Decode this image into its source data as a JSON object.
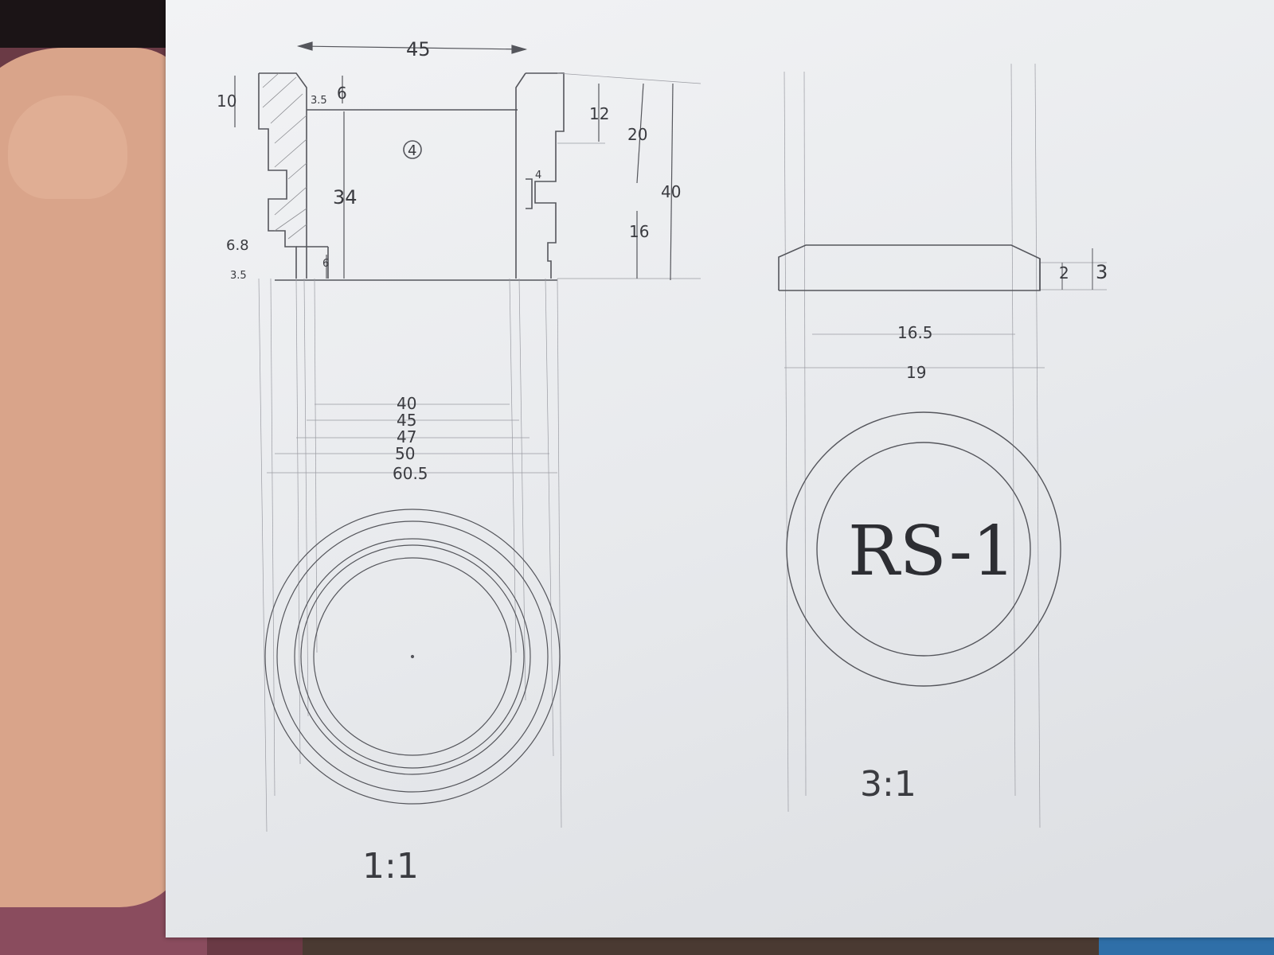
{
  "drawing": {
    "part_number": "4",
    "main_view": {
      "scale": "1:1",
      "dims": {
        "overall_width": "45",
        "top_height": "10",
        "chamfer": "3.5",
        "chamfer_depth": "6",
        "groove_depth": "12",
        "upper_height": "20",
        "bore_depth": "34",
        "total_height": "40",
        "slot_width": "4",
        "lower_height": "16",
        "lower_step": "6.8",
        "base_step": "3.5",
        "base_chamfer": "6"
      },
      "diameters": [
        "40",
        "45",
        "47",
        "50",
        "60.5"
      ]
    },
    "detail_view": {
      "scale": "3:1",
      "engraving": "RS-1",
      "dims": {
        "inner_height": "2",
        "outer_height": "3",
        "inner_diameter": "16.5",
        "outer_diameter": "19"
      }
    }
  },
  "colors": {
    "paper": "#eceef1",
    "pencil": "#55565c",
    "background": "#6a3a45"
  }
}
